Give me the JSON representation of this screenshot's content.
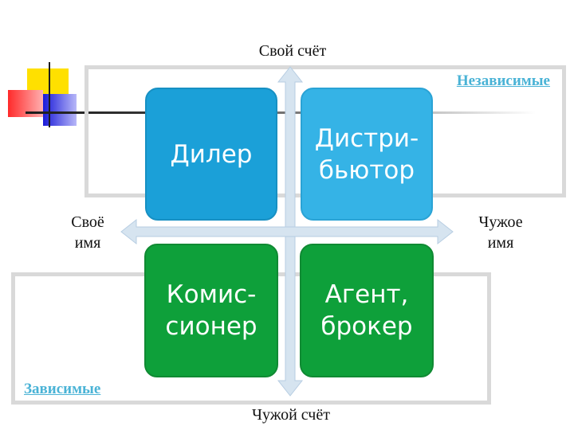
{
  "axes": {
    "top": "Свой счёт",
    "bottom": "Чужой счёт",
    "left": "Своё\nимя",
    "right": "Чужое\nимя"
  },
  "groups": {
    "independent": "Независимые",
    "dependent": "Зависимые"
  },
  "quadrants": {
    "top_left": "Дилер",
    "top_right": "Дистри-\nбьютор",
    "bottom_left": "Комис-\nсионер",
    "bottom_right": "Агент,\nброкер"
  },
  "colors": {
    "blue": "#1ba0d8",
    "blue_light": "#35b3e6",
    "green": "#0ea03a",
    "group_label": "#4ab3d6",
    "frame": "#d9d9d9",
    "arrow": "#d6e4f0"
  },
  "logo_icon": "colored-squares-logo"
}
